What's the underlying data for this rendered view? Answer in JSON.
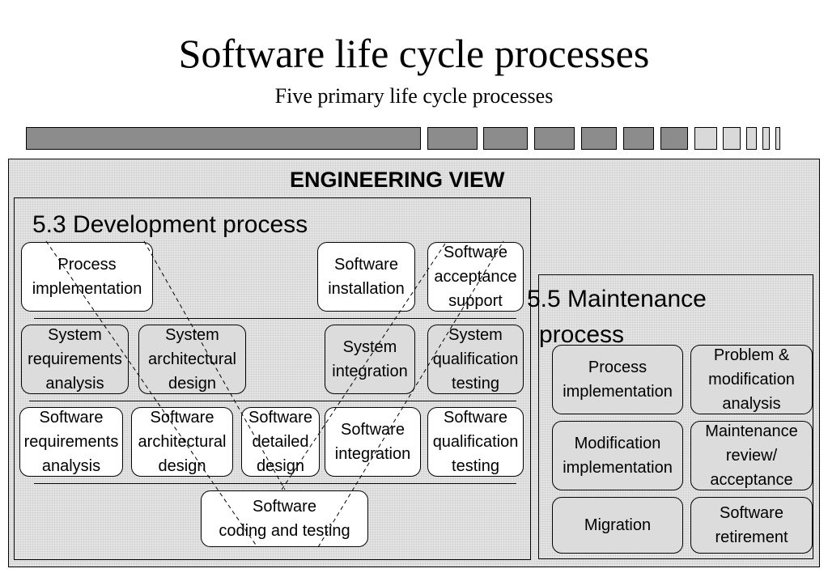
{
  "title": "Software life cycle processes",
  "subtitle": "Five primary life cycle processes",
  "engineering_view": {
    "title": "ENGINEERING VIEW",
    "development": {
      "title": "5.3 Development process",
      "boxes": {
        "process_implementation": "Process\nimplementation",
        "software_installation": "Software\ninstallation",
        "software_acceptance_support": "Software\nacceptance\nsupport",
        "system_requirements_analysis": "System\nrequirements\nanalysis",
        "system_architectural_design": "System\narchitectural\ndesign",
        "system_integration": "System\nintegration",
        "system_qualification_testing": "System\nqualification\ntesting",
        "software_requirements_analysis": "Software\nrequirements\nanalysis",
        "software_architectural_design": "Software\narchitectural\ndesign",
        "software_detailed_design": "Software\ndetailed\ndesign",
        "software_integration": "Software\nintegration",
        "software_qualification_testing": "Software\nqualification\ntesting",
        "software_coding_and_testing": "Software\ncoding and testing"
      }
    },
    "maintenance": {
      "title_line1": "5.5 Maintenance",
      "title_line2": "process",
      "boxes": {
        "process_implementation": "Process\nimplementation",
        "problem_modification_analysis": "Problem  &\nmodification\nanalysis",
        "modification_implementation": "Modification\nimplementation",
        "maintenance_review_acceptance": "Maintenance\nreview/\nacceptance",
        "migration": "Migration",
        "software_retirement": "Software\nretirement"
      }
    }
  }
}
